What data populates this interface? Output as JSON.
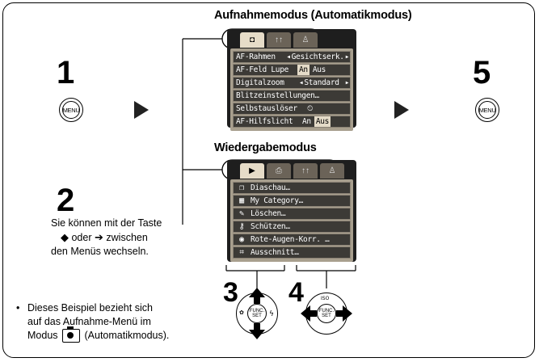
{
  "left": {
    "step1": "1",
    "menu_label": "MENU",
    "step2": "2",
    "instruction": {
      "line1": "Sie können mit der Taste",
      "line2_mid": "oder",
      "line2_end": "zwischen",
      "line3": "den Menüs wechseln."
    },
    "note": {
      "bullet": "•",
      "line1": "Dieses Beispiel bezieht sich",
      "line2": "auf das Aufnahme-Menü im",
      "line3_start": "Modus",
      "line3_end": "(Automatikmodus)."
    }
  },
  "right": {
    "step5": "5",
    "menu_label": "MENU"
  },
  "shooting": {
    "title": "Aufnahmemodus (Automatikmodus)",
    "tabs": [
      "camera-icon",
      "tools-icon",
      "my-menu-icon"
    ],
    "tab_glyphs": [
      "◘",
      "↑↑",
      "♙"
    ],
    "rows": [
      {
        "label": "AF-Rahmen",
        "value": "Gesichtserk.",
        "arrows": true
      },
      {
        "label": "AF-Feld Lupe",
        "opt_on": "An",
        "opt_off": "Aus"
      },
      {
        "label": "Digitalzoom",
        "value": "Standard",
        "arrows": true
      },
      {
        "label": "Blitzeinstellungen…"
      },
      {
        "label": "Selbstauslöser",
        "icon": "self-timer-icon",
        "glyph": "⏲"
      },
      {
        "label": "AF-Hilfslicht",
        "opt_on": "An",
        "opt_off": "Aus"
      }
    ]
  },
  "playback": {
    "title": "Wiedergabemodus",
    "tabs": [
      "play-icon",
      "print-icon",
      "tools-icon",
      "my-menu-icon"
    ],
    "tab_glyphs": [
      "▶",
      "⎙",
      "↑↑",
      "♙"
    ],
    "rows": [
      {
        "icon": "slideshow-icon",
        "glyph": "❐",
        "label": "Diaschau…"
      },
      {
        "icon": "my-category-icon",
        "glyph": "▦",
        "label": "My Category…"
      },
      {
        "icon": "erase-icon",
        "glyph": "✎",
        "label": "Löschen…"
      },
      {
        "icon": "key-icon",
        "glyph": "⚷",
        "label": "Schützen…"
      },
      {
        "icon": "red-eye-icon",
        "glyph": "◉",
        "label": "Rote-Augen-Korr. …"
      },
      {
        "icon": "crop-icon",
        "glyph": "⌗",
        "label": "Ausschnitt…"
      }
    ]
  },
  "dials": {
    "step3": "3",
    "step4": "4",
    "func_label_1": "FUNC.",
    "func_label_2": "SET",
    "iso_label": "ISO"
  }
}
